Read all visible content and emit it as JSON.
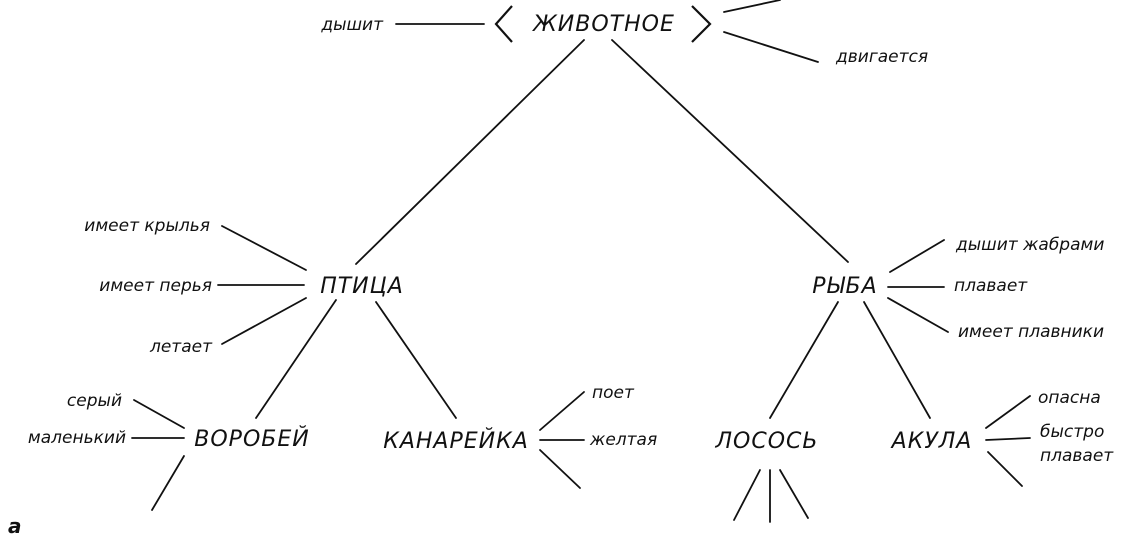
{
  "diagram": {
    "caption": "а",
    "root": {
      "label": "ЖИВОТНОЕ",
      "properties": [
        "дышит",
        "двигается"
      ]
    },
    "bird": {
      "label": "ПТИЦА",
      "properties": [
        "имеет крылья",
        "имеет перья",
        "летает"
      ]
    },
    "fish": {
      "label": "РЫБА",
      "properties": [
        "дышит жабрами",
        "плавает",
        "имеет плавники"
      ]
    },
    "sparrow": {
      "label": "ВОРОБЕЙ",
      "properties": [
        "серый",
        "маленький"
      ]
    },
    "canary": {
      "label": "КАНАРЕЙКА",
      "properties": [
        "поет",
        "желтая"
      ]
    },
    "salmon": {
      "label": "ЛОСОСЬ",
      "properties": []
    },
    "shark": {
      "label": "АКУЛА",
      "properties": [
        "опасна",
        "быстро",
        "плавает"
      ]
    }
  }
}
